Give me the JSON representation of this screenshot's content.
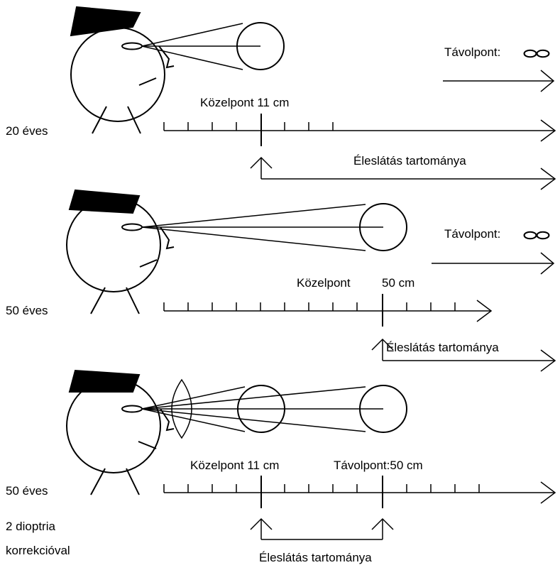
{
  "panels": [
    {
      "age_label": "20 éves",
      "near_point_label": "Közelpont 11 cm",
      "far_point_label": "Távolpont:",
      "far_point_symbol": "∞",
      "range_label": "Éleslátás tartománya"
    },
    {
      "age_label": "50 éves",
      "near_point_label": "Közelpont",
      "near_point_value": "50 cm",
      "far_point_label": "Távolpont:",
      "far_point_symbol": "∞",
      "range_label": "Éleslátás tartománya"
    },
    {
      "age_label": "50 éves",
      "correction_line1": "2 dioptria",
      "correction_line2": "korrekcióval",
      "near_point_label": "Közelpont 11 cm",
      "far_point_label": "Távolpont:50 cm",
      "range_label": "Éleslátás tartománya"
    }
  ],
  "colors": {
    "ink": "#000000",
    "background": "#ffffff"
  }
}
